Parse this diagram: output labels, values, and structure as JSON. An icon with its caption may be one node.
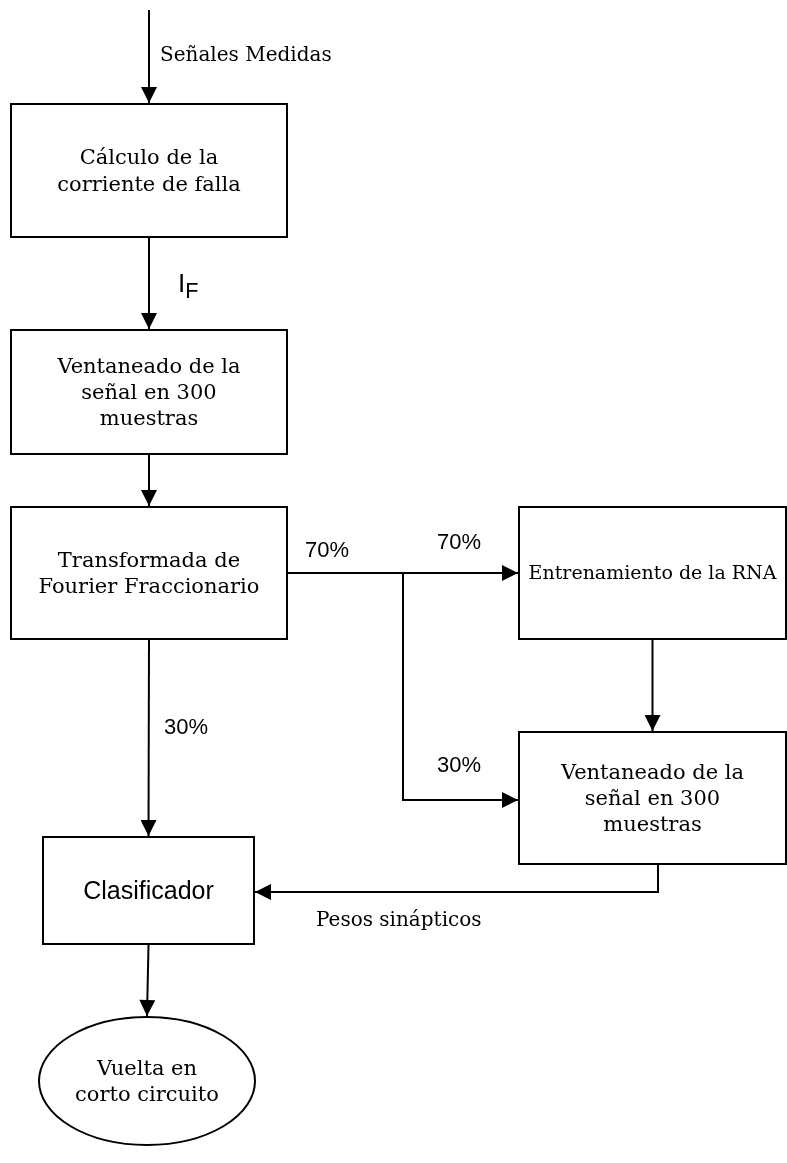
{
  "diagram": {
    "nodes": [
      {
        "text": [
          "Cálculo de la corriente de falla"
        ]
      },
      {
        "text": [
          "Ventaneado de la señal en 300 muestras"
        ]
      },
      {
        "text": [
          "Transformada de Fourier Fraccionario"
        ]
      },
      {
        "text": [
          "Entrenamiento de la RNA"
        ]
      },
      {
        "text": [
          "Ventaneado de la señal en 300 muestras"
        ]
      },
      {
        "text": [
          "Clasificador"
        ]
      },
      {
        "text": [
          "Vuelta en corto circuito"
        ]
      }
    ],
    "edges": [
      {
        "from": null,
        "to": 0,
        "arrow": "to",
        "label": "Señales Medidas"
      },
      {
        "from": 0,
        "to": 1,
        "arrow": "to",
        "label": "I$_{F}$"
      },
      {
        "from": 1,
        "to": 2,
        "arrow": "to"
      },
      {
        "from": 2,
        "to": 3,
        "arrow": "to",
        "label": "70%"
      },
      {
        "from": 2,
        "to": 4,
        "arrow": "to",
        "label": "30%"
      },
      {
        "from": 2,
        "to": 5,
        "arrow": "to",
        "label": "30%"
      },
      {
        "from": 3,
        "to": 4,
        "arrow": "to"
      },
      {
        "from": 4,
        "to": 5,
        "arrow": "to",
        "label": "Pesos sinápticos"
      },
      {
        "from": 5,
        "to": 6,
        "arrow": "to"
      }
    ],
    "labels": [
      "70%"
    ]
  }
}
